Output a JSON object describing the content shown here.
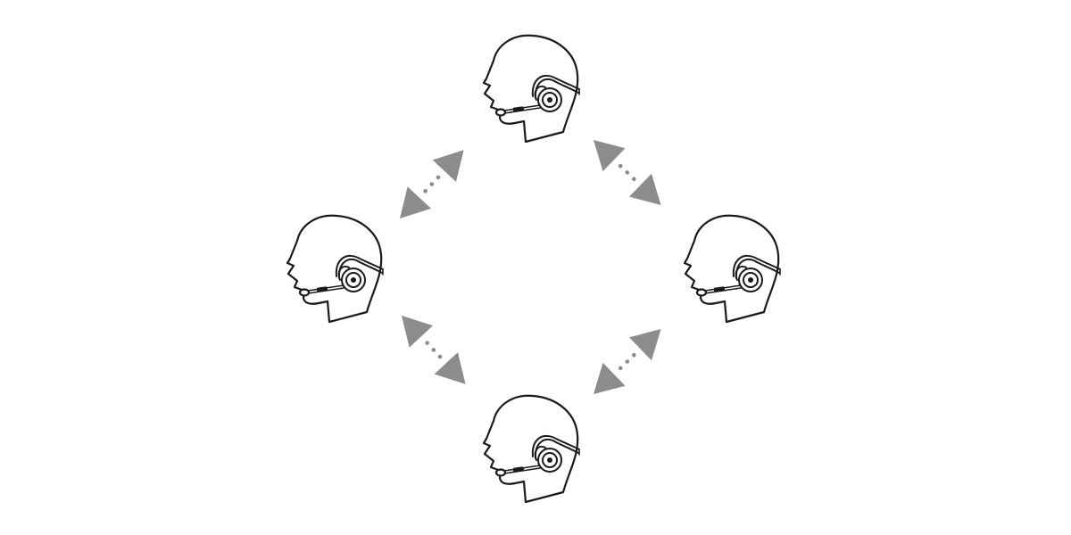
{
  "colors": {
    "background": "#ffffff",
    "line": "#1a1a1a",
    "arrow": "#8c8c8c"
  },
  "icons": {
    "person": "headset-person-icon",
    "arrow": "bidirectional-dotted-arrow-icon"
  },
  "nodes": [
    {
      "name": "headset-user-top"
    },
    {
      "name": "headset-user-left"
    },
    {
      "name": "headset-user-right"
    },
    {
      "name": "headset-user-bottom"
    }
  ],
  "links": [
    {
      "name": "link-top-left"
    },
    {
      "name": "link-top-right"
    },
    {
      "name": "link-left-bottom"
    },
    {
      "name": "link-right-bottom"
    }
  ]
}
